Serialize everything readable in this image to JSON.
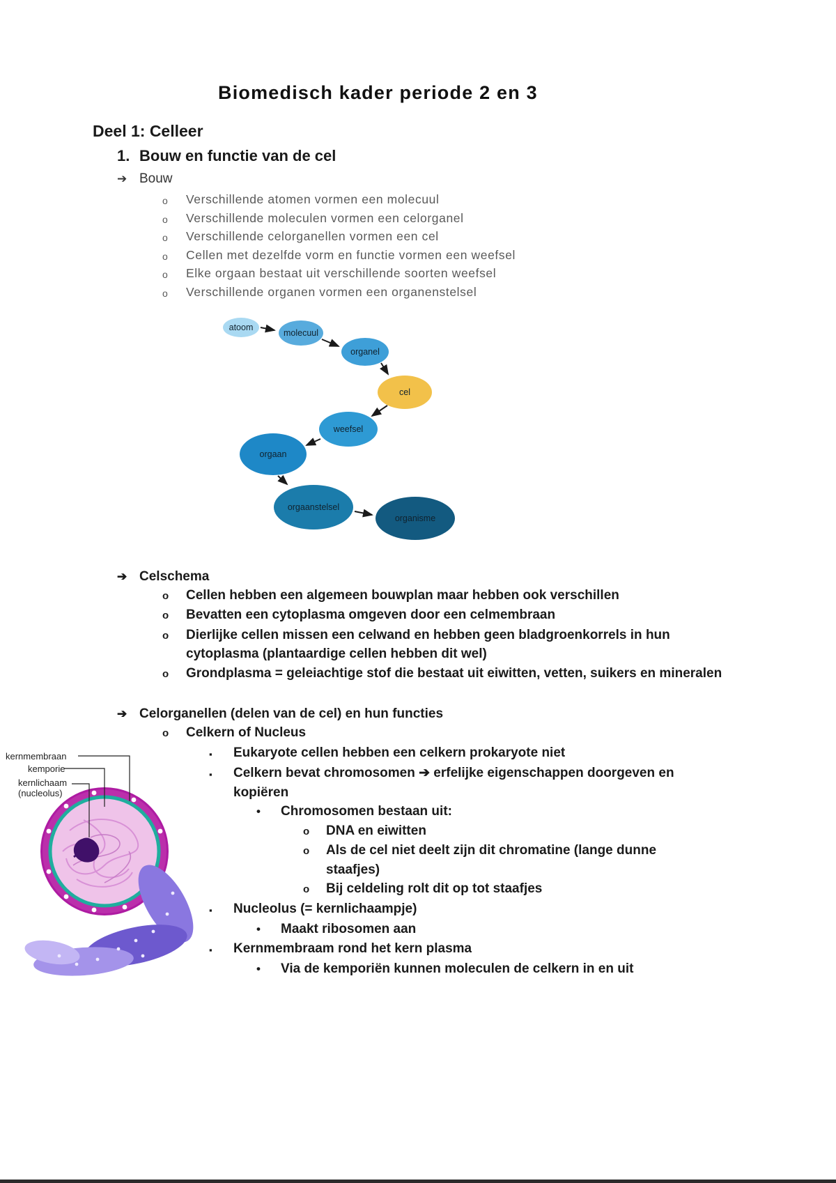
{
  "doc": {
    "title": "Biomedisch kader periode 2 en 3",
    "part_heading": "Deel 1: Celleer",
    "section_number": "1.",
    "section_title": "Bouw en functie van de cel"
  },
  "glyphs": {
    "arrow": "➔",
    "circle": "o",
    "square": "▪",
    "dot": "•"
  },
  "bouw": {
    "label": "Bouw",
    "items": [
      "Verschillende atomen vormen een molecuul",
      "Verschillende moleculen vormen een celorganel",
      "Verschillende celorganellen vormen een cel",
      "Cellen met dezelfde vorm en functie vormen een weefsel",
      "Elke orgaan bestaat uit verschillende soorten weefsel",
      "Verschillende organen vormen een organenstelsel"
    ]
  },
  "diagram": {
    "nodes": [
      {
        "label": "atoom",
        "color": "#a9d9f2"
      },
      {
        "label": "molecuul",
        "color": "#58abdd"
      },
      {
        "label": "organel",
        "color": "#3e9fd8"
      },
      {
        "label": "cel",
        "color": "#f2c14a"
      },
      {
        "label": "weefsel",
        "color": "#2e9ad4"
      },
      {
        "label": "orgaan",
        "color": "#1e88c7"
      },
      {
        "label": "orgaanstelsel",
        "color": "#1b7cab"
      },
      {
        "label": "organisme",
        "color": "#135a80"
      }
    ]
  },
  "celschema": {
    "label": "Celschema",
    "items": [
      "Cellen hebben een algemeen bouwplan maar hebben ook verschillen",
      "Bevatten een cytoplasma omgeven door een celmembraan",
      "Dierlijke cellen missen een celwand en hebben geen bladgroenkorrels in hun cytoplasma (plantaardige cellen hebben dit wel)",
      "Grondplasma = geleiachtige stof die bestaat uit eiwitten, vetten, suikers en mineralen"
    ]
  },
  "celorganellen": {
    "label": "Celorganellen (delen van de cel) en hun functies",
    "celkern": "Celkern of Nucleus",
    "items": {
      "eukaryote": "Eukaryote cellen hebben een celkern prokaryote niet",
      "chromosomen": "Celkern bevat chromosomen ➔ erfelijke eigenschappen doorgeven en kopiëren",
      "chromosomen_bestaan": "Chromosomen bestaan uit:",
      "dna": "DNA en eiwitten",
      "chromatine": "Als de cel niet deelt zijn dit chromatine (lange dunne staafjes)",
      "celdeling": "Bij celdeling rolt dit op tot staafjes",
      "nucleolus": "Nucleolus (= kernlichaampje)",
      "ribosomen": "Maakt ribosomen aan",
      "kernmembraam": "Kernmembraam rond het kern plasma",
      "kemporien": "Via de kemporiën kunnen moleculen de celkern in en uit"
    }
  },
  "figure": {
    "label_kernmembraan": "kernmembraan",
    "label_kemporie": "kemporie",
    "label_kernlichaam_1": "kernlichaam",
    "label_kernlichaam_2": "(nucleolus)"
  }
}
